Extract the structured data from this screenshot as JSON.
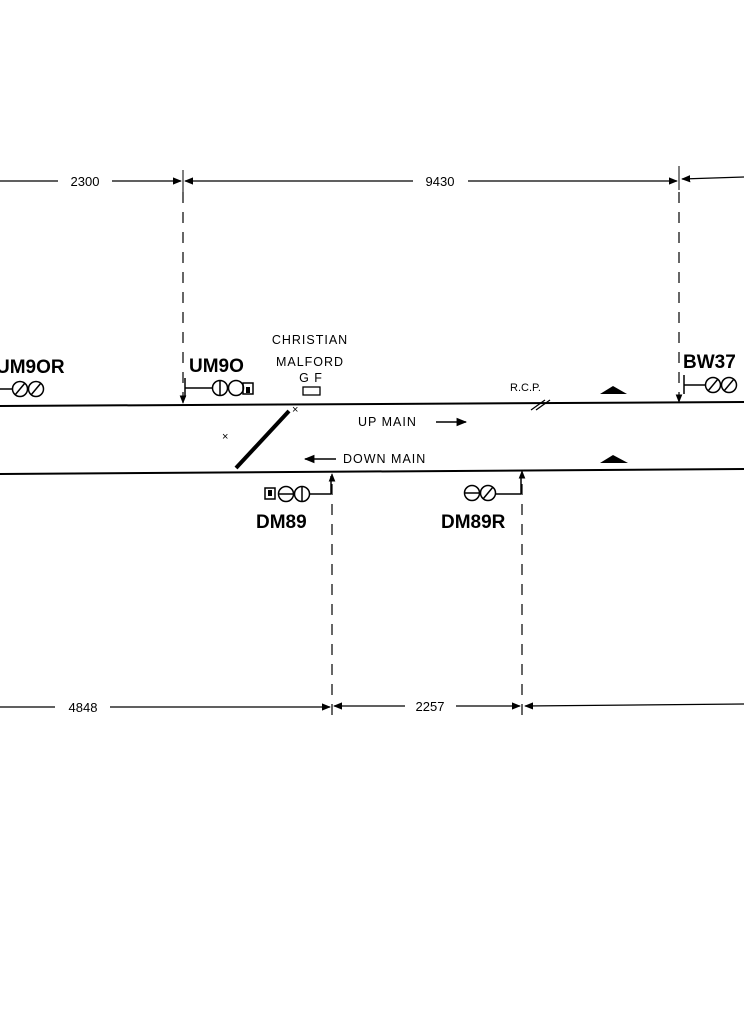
{
  "dimensions": {
    "top_left": "2300",
    "top_right": "9430",
    "bottom_left": "4848",
    "bottom_right": "2257"
  },
  "signals": {
    "um90r": "UM9OR",
    "um90": "UM9O",
    "bw37": "BW37",
    "dm89": "DM89",
    "dm89r": "DM89R"
  },
  "location": {
    "line1": "CHRISTIAN",
    "line2": "MALFORD",
    "line3": "G F"
  },
  "lines": {
    "up_main": "UP MAIN",
    "down_main": "DOWN MAIN"
  },
  "markers": {
    "rcp": "R.C.P."
  },
  "colors": {
    "ink": "#000000",
    "paper": "#ffffff"
  }
}
